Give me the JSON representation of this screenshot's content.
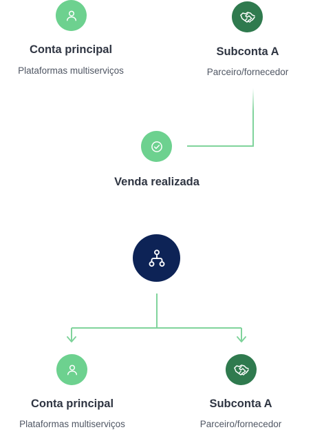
{
  "flow": {
    "top_left": {
      "title": "Conta principal",
      "subtitle": "Plataformas multiserviços",
      "icon": "user-icon"
    },
    "top_right": {
      "title": "Subconta A",
      "subtitle": "Parceiro/fornecedor",
      "icon": "handshake-icon"
    },
    "sale": {
      "title": "Venda realizada",
      "icon": "check-circle-icon"
    },
    "split": {
      "icon": "split-hierarchy-icon"
    },
    "bottom_left": {
      "title": "Conta principal",
      "subtitle": "Plataformas multiserviços",
      "icon": "user-icon"
    },
    "bottom_right": {
      "title": "Subconta A",
      "subtitle": "Parceiro/fornecedor",
      "icon": "handshake-icon"
    }
  },
  "colors": {
    "light_green": "#6dd18f",
    "dark_green": "#2f7a4e",
    "navy": "#0d2356",
    "line": "#7fd39b",
    "text_dark": "#2f3542",
    "text_muted": "#4f5663"
  }
}
